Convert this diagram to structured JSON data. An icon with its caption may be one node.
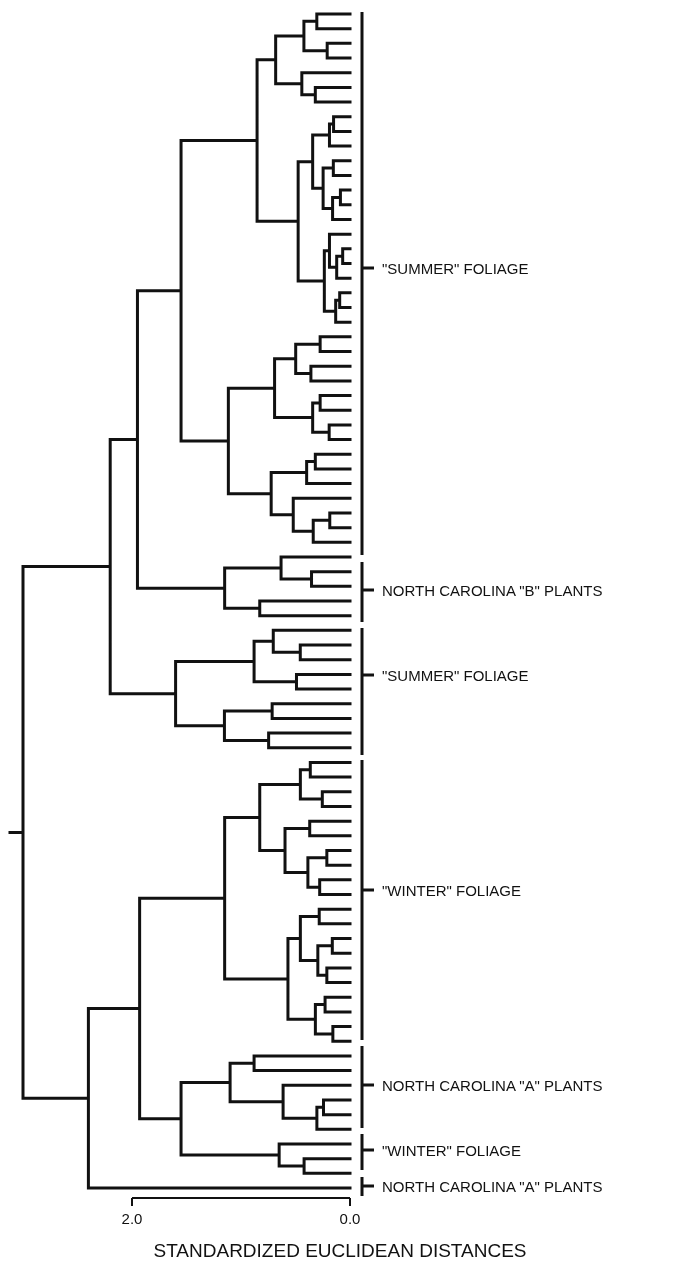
{
  "diagram": {
    "labels": [
      "\"SUMMER\" FOLIAGE",
      "NORTH CAROLINA \"B\" PLANTS",
      "\"SUMMER\" FOLIAGE",
      "\"WINTER\" FOLIAGE",
      "NORTH CAROLINA \"A\" PLANTS",
      "\"WINTER\" FOLIAGE",
      "NORTH CAROLINA \"A\" PLANTS",
      "2.0",
      "0.0",
      "STANDARDIZED EUCLIDEAN DISTANCES"
    ]
  }
}
